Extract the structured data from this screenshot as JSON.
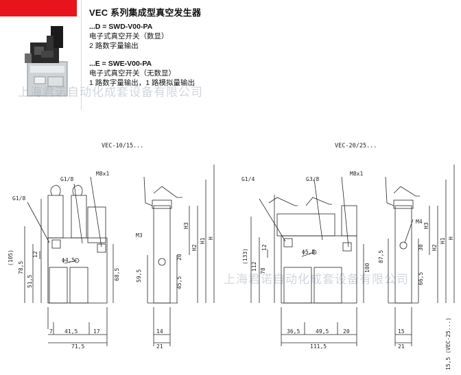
{
  "header": {
    "title": "VEC 系列集成型真空发生器"
  },
  "variants": [
    {
      "code": "...D = SWD-V00-PA",
      "line1": "电子式真空开关（数显）",
      "line2": "2 路数字量输出"
    },
    {
      "code": "...E = SWE-V00-PA",
      "line1": "电子式真空开关（无数显）",
      "line2": "1 路数字量输出，1 路模拟量输出"
    }
  ],
  "watermark": "上海君诺自动化成套设备有限公司",
  "drawings": {
    "left_title": "VEC-10/15...",
    "right_title": "VEC-20/25...",
    "left": {
      "ports": [
        "G1/8",
        "G1/8",
        "M8x1"
      ],
      "thread": "M3",
      "hole": "ϕ4,5",
      "vert": [
        "(105)",
        "78,5",
        "51,5",
        "12",
        "68,5"
      ],
      "side_vert": [
        "59,5",
        "20",
        "45,5",
        "H3",
        "H2",
        "H1",
        "H"
      ],
      "bottom": [
        "7",
        "41,5",
        "17",
        "71,5"
      ],
      "side_bottom": [
        "14",
        "21"
      ]
    },
    "right": {
      "ports": [
        "G1/4",
        "G3/8",
        "M8x1"
      ],
      "thread": "M4",
      "hole": "ϕ5,5",
      "vert": [
        "(133)",
        "112",
        "78",
        "12",
        "100"
      ],
      "side_vert": [
        "87,5",
        "30",
        "66,5",
        "H3",
        "H2",
        "H1",
        "H"
      ],
      "bottom": [
        "36,5",
        "49,5",
        "20",
        "111,5"
      ],
      "side_bottom": [
        "15",
        "21"
      ],
      "footnote": "15,5 (VEC-25...)"
    }
  }
}
